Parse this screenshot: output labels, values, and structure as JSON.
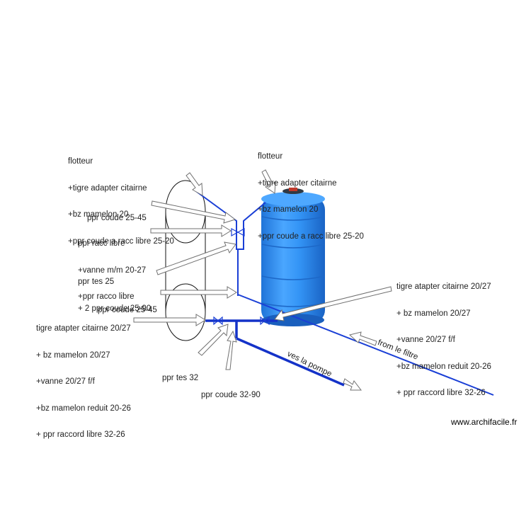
{
  "labels": {
    "top_left": [
      "flotteur",
      "+tigre adapter citairne",
      "+bz mamelon 20",
      "+ppr coude a racc libre 25-20"
    ],
    "top_center": [
      "flotteur",
      "+tigre adapter citairne",
      "+bz mamelon 20",
      "+ppr coude a racc libre 25-20"
    ],
    "coude_25_45_top": "ppr coude 25-45",
    "racc_libre": [
      "ppr racc libre",
      "+vanne m/m 20-27",
      "+ppr racco libre"
    ],
    "tes_25": [
      "ppr tes 25",
      "+ 2 ppr coude 25-90"
    ],
    "coude_25_45_bottom": "ppr coude 25-45",
    "left_bottom": [
      "tigre atapter citairne 20/27",
      "+ bz mamelon 20/27",
      "+vanne 20/27 f/f",
      "+bz mamelon reduit 20-26",
      "+ ppr raccord libre 32-26"
    ],
    "right": [
      "tigre atapter citairne 20/27",
      "+ bz mamelon 20/27",
      "+vanne 20/27 f/f",
      "+bz mamelon reduit 20-26",
      "+ ppr raccord libre 32-26"
    ],
    "tes_32": "ppr tes 32",
    "coude_32_90": "ppr coude 32-90",
    "vers_pompe": "ves la pompe",
    "from_filtre": "from le filtre"
  },
  "watermark": "www.archifacile.fr",
  "colors": {
    "pipe": "#1a3fd6",
    "pipe_thick": "#1432c8",
    "tank": "#2f8fef",
    "tank_shadow": "#1b6fd0",
    "tank_light": "#6fb6ff",
    "lid": "#c0392b",
    "arrow_stroke": "#777777",
    "outline": "#111111"
  },
  "icons": [
    "valve-icon",
    "valve-icon",
    "valve-icon",
    "water-tank",
    "arrow-icon"
  ]
}
